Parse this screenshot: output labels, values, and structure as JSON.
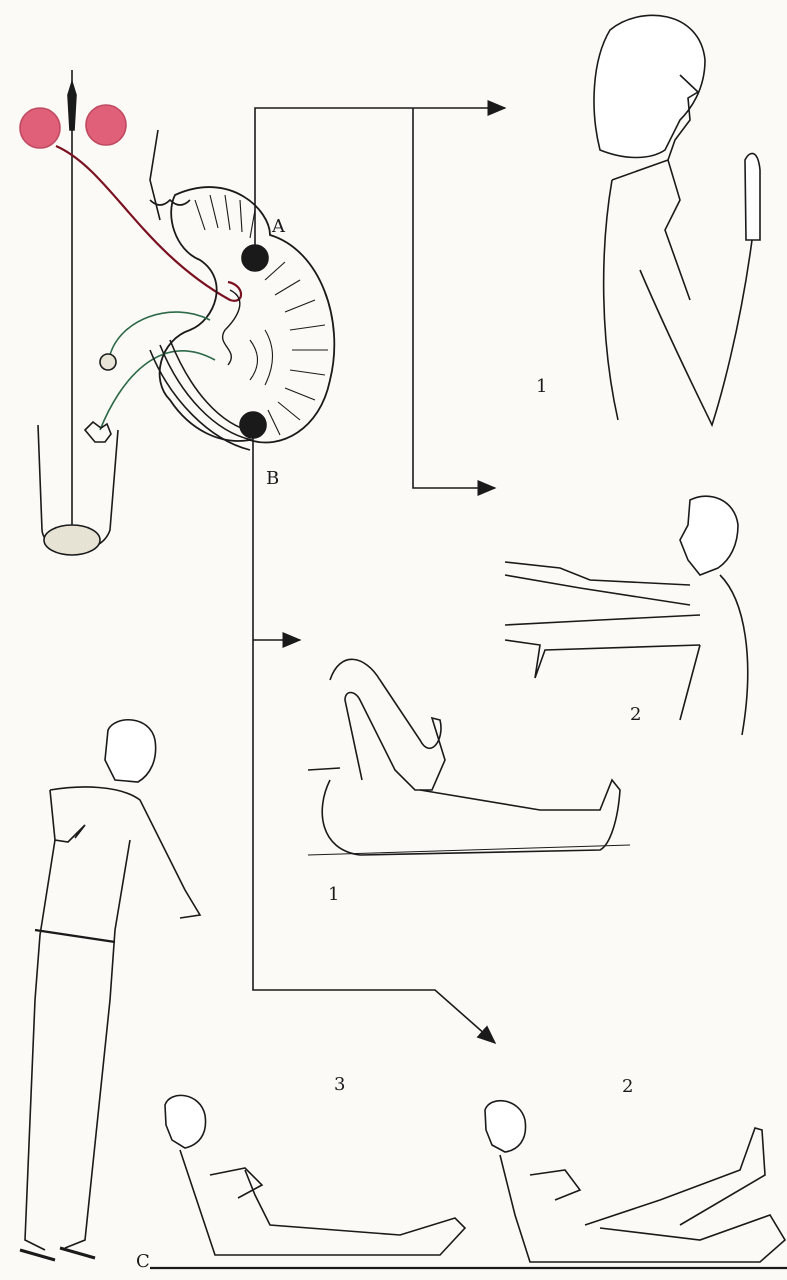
{
  "labels": {
    "point_a": "A",
    "point_b": "B",
    "point_c": "C",
    "fig_1_top": "1",
    "fig_2_top": "2",
    "fig_1_mid": "1",
    "fig_3_bottom": "3",
    "fig_2_bottom": "2"
  },
  "colors": {
    "ink": "#1a1a1a",
    "pink_nuclei": "#e0607a",
    "red_tract": "#7a1020",
    "green_tract": "#2e6a4a",
    "paper": "#fbfaf6"
  }
}
